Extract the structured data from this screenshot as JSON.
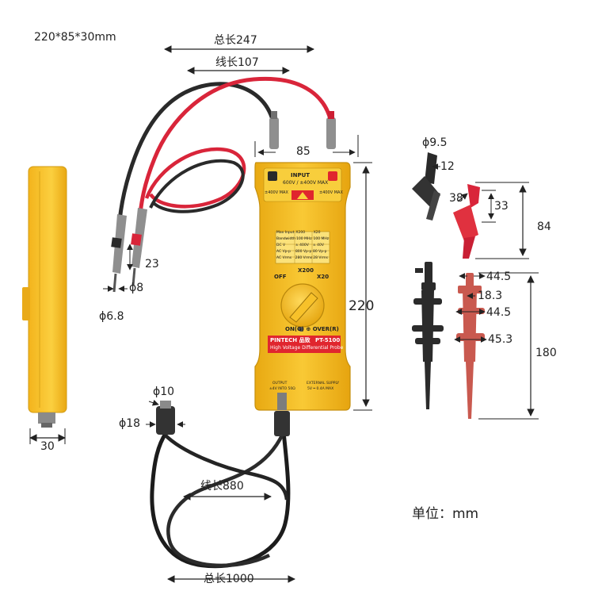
{
  "header": {
    "size_note": "220*85*30mm"
  },
  "dimensions": {
    "total_length_top": "总长247",
    "cable_length_top": "线长107",
    "jack_spacing": "85",
    "body_height": "220",
    "side_width": "30",
    "plug_diameter_outer": "ϕ6.8",
    "plug_diameter_inner": "ϕ8",
    "plug_length": "23",
    "bnc_diameter_small": "ϕ10",
    "bnc_diameter_large": "ϕ18",
    "cable_length_bottom": "线长880",
    "total_length_bottom": "总长1000",
    "clip_diameter": "ϕ9.5",
    "clip_width": "12",
    "clip_jaw": "38",
    "clip_height_small": "33",
    "clip_height_total": "84",
    "hook_d1": "44.5",
    "hook_d2": "18.3",
    "hook_d3": "44.5",
    "hook_d4": "45.3",
    "hook_length": "180",
    "unit": "单位：mm"
  },
  "probe": {
    "input_label": "INPUT",
    "input_rating": "600V / ±400V MAX",
    "left_rating": "±400V MAX",
    "right_rating": "±400V MAX",
    "table_headers": [
      "Max Input",
      "X200",
      "X20"
    ],
    "table_rows": [
      [
        "Bandwidth",
        "100 MHz",
        "100 MHz"
      ],
      [
        "DC V",
        "± 400V",
        "± 40V"
      ],
      [
        "AC Vp-p",
        "800 Vp-p",
        "80 Vp-p"
      ],
      [
        "AC Vrms",
        "280 Vrms",
        "28 Vrms"
      ]
    ],
    "range_x200": "X200",
    "range_off": "OFF",
    "range_x20": "X20",
    "status_leds": "ON(G) ⊕ OVER(R)",
    "brand": "PINTECH 品致",
    "model": "PT-5100",
    "product_name": "High Voltage Differential Probe",
    "output_label": "OUTPUT",
    "output_spec": "±4V INTO 50Ω",
    "supply_label": "EXTERNAL SUPPLY",
    "supply_spec": "5V ═ 0.4A MAX"
  },
  "colors": {
    "probe_yellow": "#f7c12a",
    "lead_red": "#d9253a",
    "lead_black": "#2a2a2a",
    "cable_black": "#1c1c1c",
    "accent_red": "#e0262e"
  }
}
